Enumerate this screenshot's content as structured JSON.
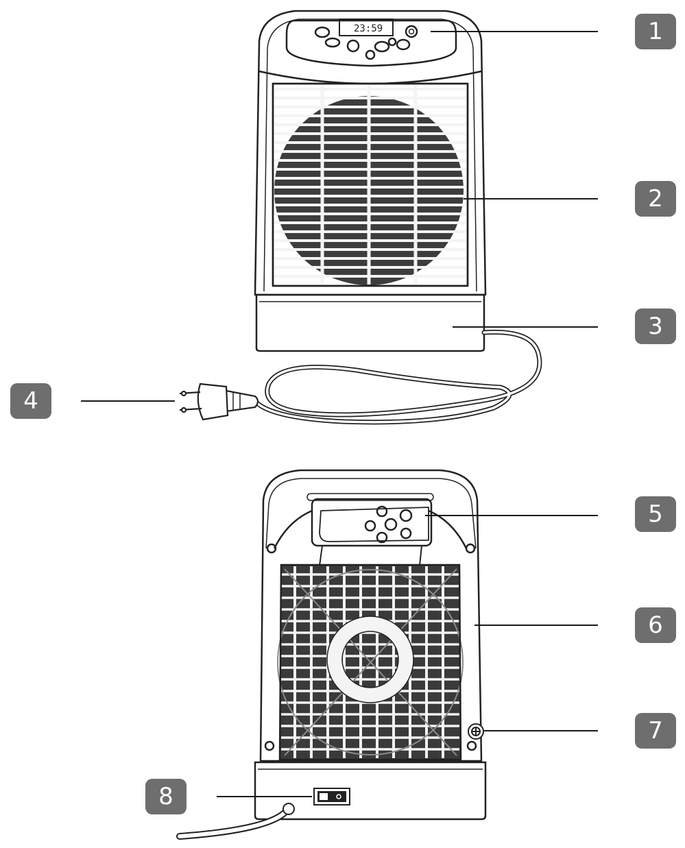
{
  "colors": {
    "badge_bg": "#6e6e6e",
    "badge_text": "#ffffff",
    "line": "#1a1a1a",
    "ink": "#222222"
  },
  "display": {
    "readout": "23:59"
  },
  "callouts": [
    {
      "number": "1",
      "part": "control-panel"
    },
    {
      "number": "2",
      "part": "front-grille"
    },
    {
      "number": "3",
      "part": "base"
    },
    {
      "number": "4",
      "part": "power-plug"
    },
    {
      "number": "5",
      "part": "rear-control-panel"
    },
    {
      "number": "6",
      "part": "rear-grille"
    },
    {
      "number": "7",
      "part": "screw"
    },
    {
      "number": "8",
      "part": "power-switch"
    }
  ]
}
